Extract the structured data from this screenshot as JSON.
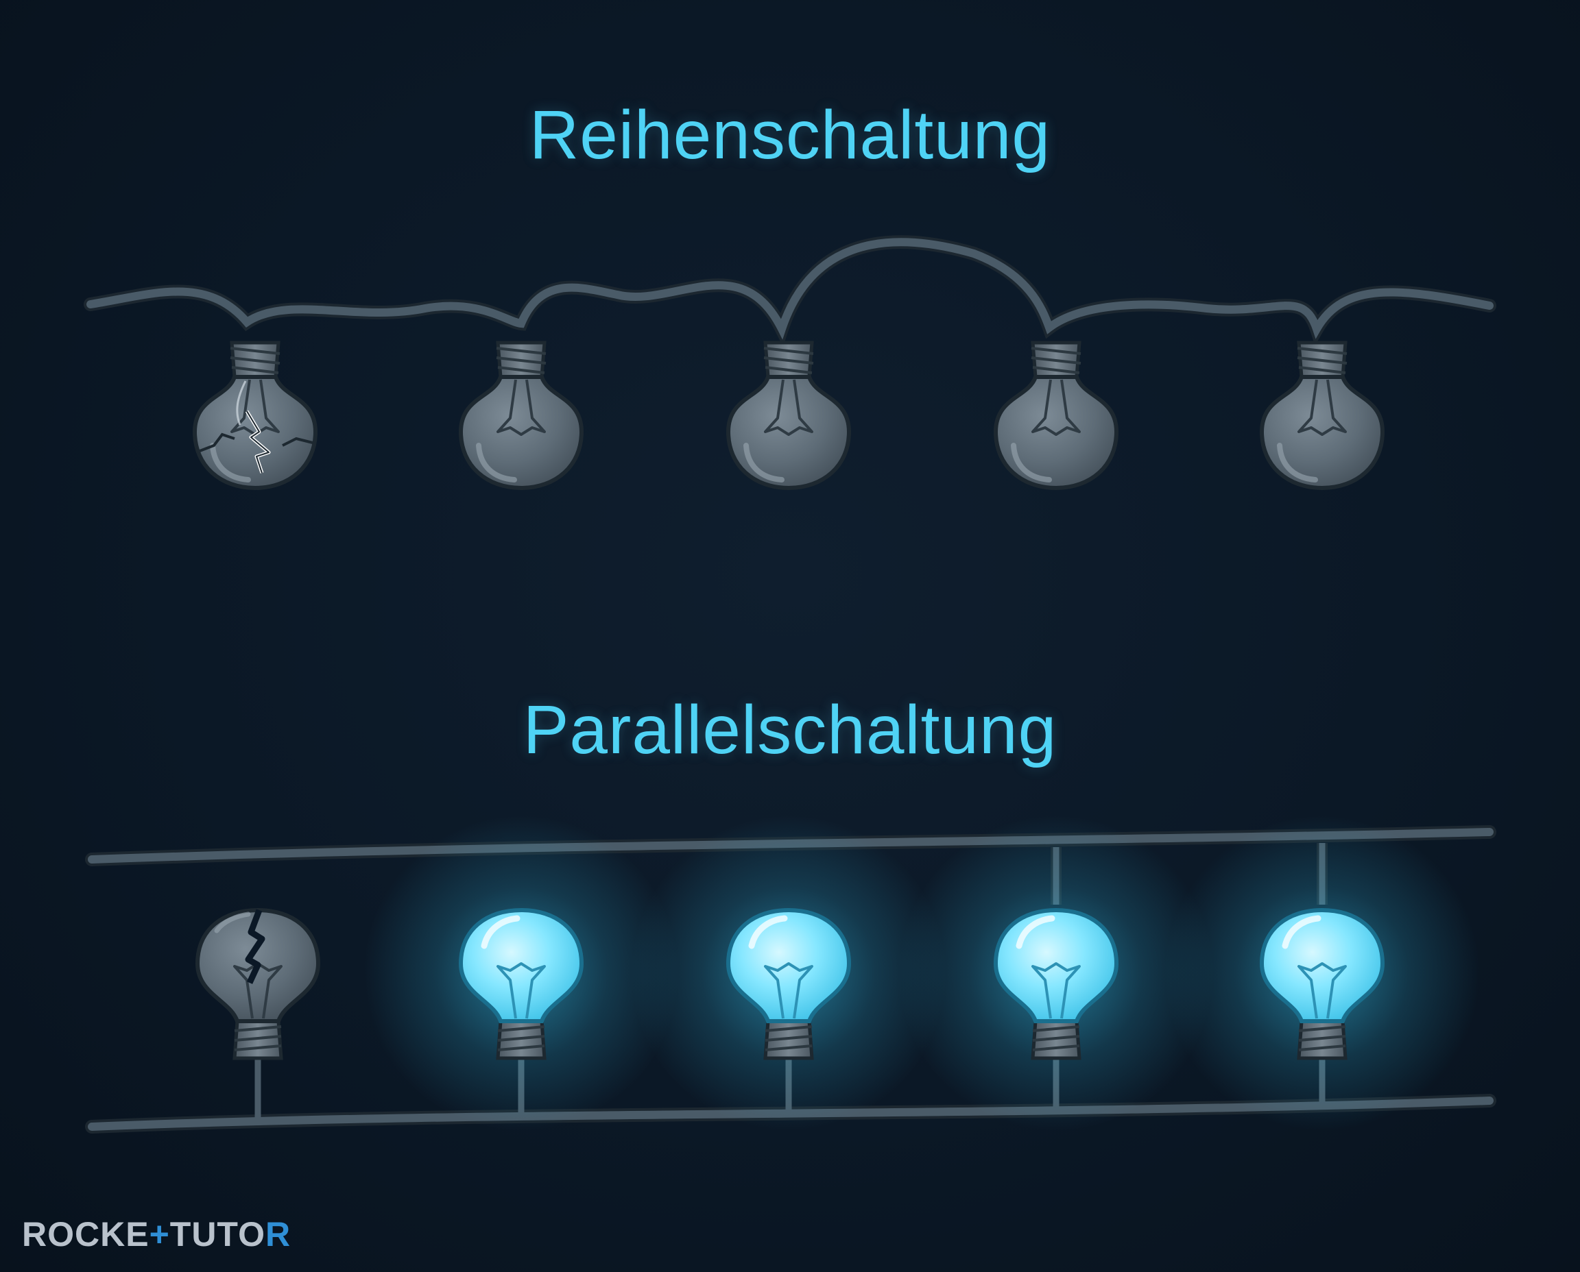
{
  "titles": {
    "series": "Reihenschaltung",
    "parallel": "Parallelschaltung"
  },
  "logo": {
    "part1": "ROCKE",
    "part2": "TUTO",
    "part3": "R"
  },
  "diagram": {
    "series_bulbs": [
      {
        "state": "broken"
      },
      {
        "state": "off"
      },
      {
        "state": "off"
      },
      {
        "state": "off"
      },
      {
        "state": "off"
      }
    ],
    "parallel_bulbs": [
      {
        "state": "broken"
      },
      {
        "state": "lit"
      },
      {
        "state": "lit"
      },
      {
        "state": "lit"
      },
      {
        "state": "lit"
      }
    ],
    "colors": {
      "title": "#4fd3f5",
      "wire": "#4a5b68",
      "bulb_off": "#5d6b76",
      "bulb_lit": "#6fe3ff",
      "glow": "#36c6f0"
    }
  }
}
